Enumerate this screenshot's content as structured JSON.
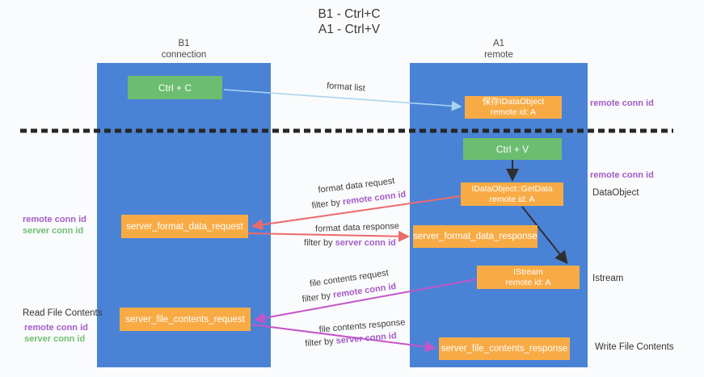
{
  "title": {
    "line1": "B1 - Ctrl+C",
    "line2": "A1 - Ctrl+V"
  },
  "lanes": {
    "left": {
      "name": "B1",
      "role": "connection"
    },
    "right": {
      "name": "A1",
      "role": "remote"
    }
  },
  "boxes": {
    "ctrl_c": {
      "label": "Ctrl + C"
    },
    "ctrl_v": {
      "label": "Ctrl + V"
    },
    "save_dataobject": {
      "line1": "保存IDataObject",
      "line2": "remote id: A"
    },
    "getdata": {
      "line1": "IDataObject::GetData",
      "line2": "remote id: A"
    },
    "istream": {
      "line1": "IStream",
      "line2": "remote id: A"
    },
    "server_format_data_request": {
      "label": "server_format_data_request"
    },
    "server_format_data_response": {
      "label": "server_format_data_response"
    },
    "server_file_contents_request": {
      "label": "server_file_contents_request"
    },
    "server_file_contents_response": {
      "label": "server_file_contents_response"
    }
  },
  "arrow_labels": {
    "format_list": "format list",
    "format_data_request": "format data request",
    "format_data_response": "format data response",
    "file_contents_request": "file contents request",
    "file_contents_response": "file contents response",
    "filter_by": "filter by ",
    "remote_conn_id": "remote conn id",
    "server_conn_id": "server conn id"
  },
  "side_labels": {
    "remote_conn_id": "remote conn id",
    "server_conn_id": "server conn id",
    "dataobject": "DataObject",
    "istream": "Istream",
    "read_file_contents": "Read File Contents",
    "write_file_contents": "Write File Contents"
  },
  "colors": {
    "lane_blue": "#4a83d6",
    "box_green": "#6dbd71",
    "box_orange": "#f8ab45",
    "arrow_lightblue": "#a9d4f1",
    "arrow_red": "#ed6a6b",
    "arrow_magenta": "#c455c8",
    "arrow_black": "#2f2f2f",
    "text_purple": "#a45bc8",
    "text_green": "#6fbf72"
  }
}
